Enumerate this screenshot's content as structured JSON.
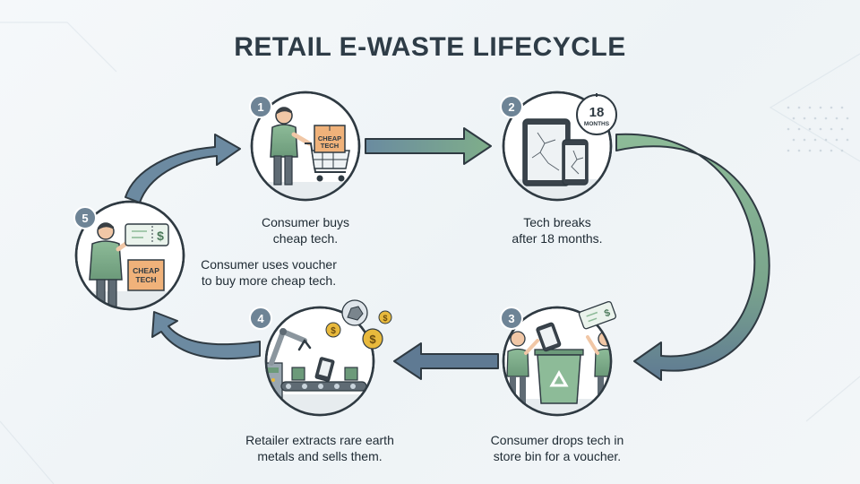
{
  "title": "RETAIL E-WASTE LIFECYCLE",
  "colors": {
    "accent_slate": "#5f7a93",
    "accent_green": "#7fae8a",
    "outline": "#2f3a42",
    "badge": "#6e8496",
    "box_orange": "#f0b27a",
    "coin_gold": "#e8b93c"
  },
  "steps": [
    {
      "number": "1",
      "icon": "shopping-cart-icon",
      "box_label": [
        "CHEAP",
        "TECH"
      ],
      "caption": [
        "Consumer buys",
        "cheap tech."
      ]
    },
    {
      "number": "2",
      "icon": "broken-devices-icon",
      "clock_value": "18",
      "clock_unit": "MONTHS",
      "caption": [
        "Tech breaks",
        "after 18 months."
      ]
    },
    {
      "number": "3",
      "icon": "recycle-bin-icon",
      "caption": [
        "Consumer drops tech in",
        "store bin for a voucher."
      ]
    },
    {
      "number": "4",
      "icon": "robot-arm-icon",
      "caption": [
        "Retailer extracts rare earth",
        "metals and sells them."
      ]
    },
    {
      "number": "5",
      "icon": "voucher-icon",
      "box_label": [
        "CHEAP",
        "TECH"
      ],
      "caption": [
        "Consumer uses voucher",
        "to buy more cheap tech."
      ]
    }
  ],
  "currency_symbol": "$"
}
